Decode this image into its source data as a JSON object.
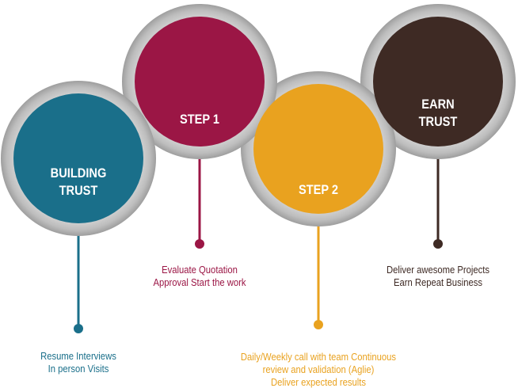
{
  "colors": {
    "ring": "#c8c8c8",
    "ring_shade": "#a9a9a9",
    "building_trust": "#1a6f8a",
    "step1": "#9b1645",
    "step2": "#e9a21f",
    "earn_trust": "#3e2a24"
  },
  "steps": [
    {
      "id": "building-trust",
      "title_lines": [
        "BUILDING",
        "TRUST"
      ],
      "caption_lines": [
        "Resume Interviews",
        "In person Visits"
      ]
    },
    {
      "id": "step-1",
      "title_lines": [
        "STEP 1"
      ],
      "caption_lines": [
        "Evaluate Quotation",
        "Approval Start the work"
      ]
    },
    {
      "id": "step-2",
      "title_lines": [
        "STEP 2"
      ],
      "caption_lines": [
        "Daily/Weekly call with team Continuous",
        "review and validation (Aglie)",
        "Deliver expected results"
      ]
    },
    {
      "id": "earn-trust",
      "title_lines": [
        "EARN",
        "TRUST"
      ],
      "caption_lines": [
        "Deliver awesome Projects",
        "Earn Repeat Business"
      ]
    }
  ]
}
